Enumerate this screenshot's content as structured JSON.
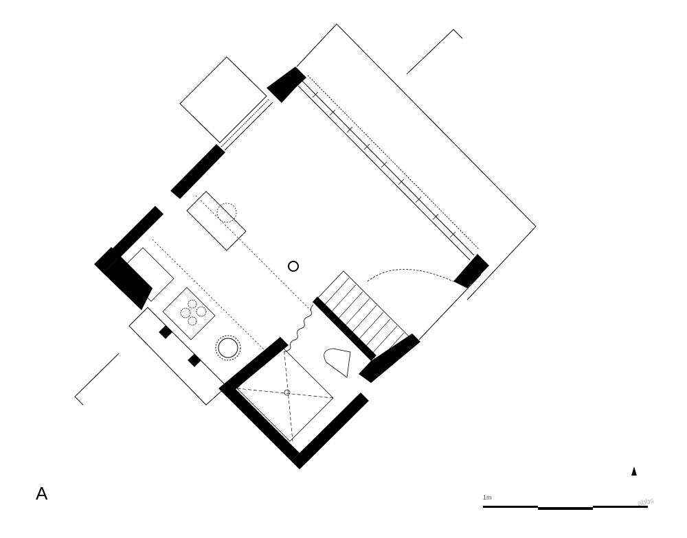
{
  "drawing": {
    "type": "architectural floor plan",
    "section_marker": "A",
    "scale_label": "1m",
    "north_arrow": "north-arrow-icon",
    "watermark": "abbs"
  },
  "colors": {
    "wall": "#000000",
    "line": "#000000",
    "background": "#ffffff",
    "watermark": "#bbbbbb"
  },
  "rooms": [
    {
      "name": "living-room",
      "features": [
        "glazed wall",
        "column",
        "dining table"
      ]
    },
    {
      "name": "kitchen",
      "features": [
        "sink",
        "hob with 4 burners",
        "round table"
      ]
    },
    {
      "name": "shower-room",
      "features": [
        "shower tray with drain"
      ]
    },
    {
      "name": "wc",
      "features": [
        "toilet",
        "basin"
      ]
    },
    {
      "name": "stair",
      "features": [
        "stair treads"
      ]
    },
    {
      "name": "terrace",
      "features": [
        "deck outline"
      ]
    }
  ]
}
